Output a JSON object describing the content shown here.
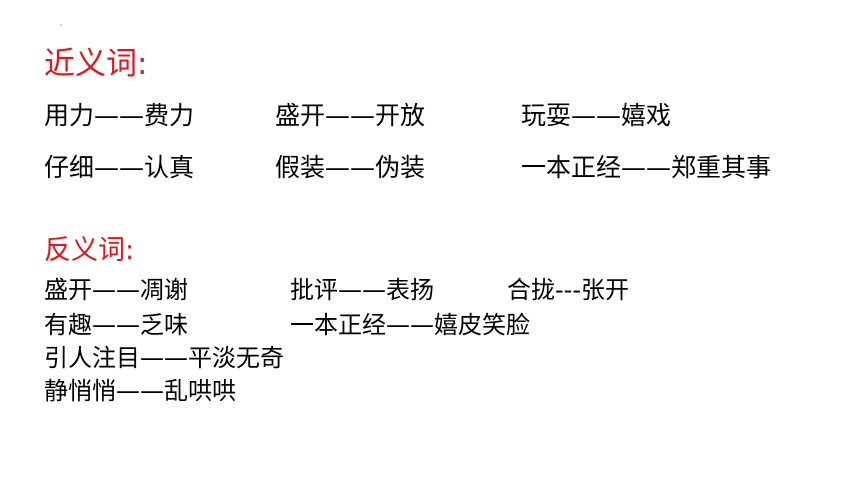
{
  "colors": {
    "heading": "#e8141b",
    "text": "#000000",
    "background": "#ffffff"
  },
  "synonyms": {
    "heading": "近义词:",
    "rows": [
      [
        "用力——费力",
        "盛开——开放",
        "玩耍——嬉戏"
      ],
      [
        "仔细——认真",
        "假装——伪装",
        "一本正经——郑重其事"
      ]
    ]
  },
  "antonyms": {
    "heading": "反义词:",
    "rows": [
      [
        "盛开——凋谢",
        "批评——表扬",
        "合拢---张开"
      ],
      [
        "有趣——乏味",
        "一本正经——嬉皮笑脸"
      ],
      [
        "引人注目——平淡无奇"
      ],
      [
        "静悄悄——乱哄哄"
      ]
    ]
  }
}
